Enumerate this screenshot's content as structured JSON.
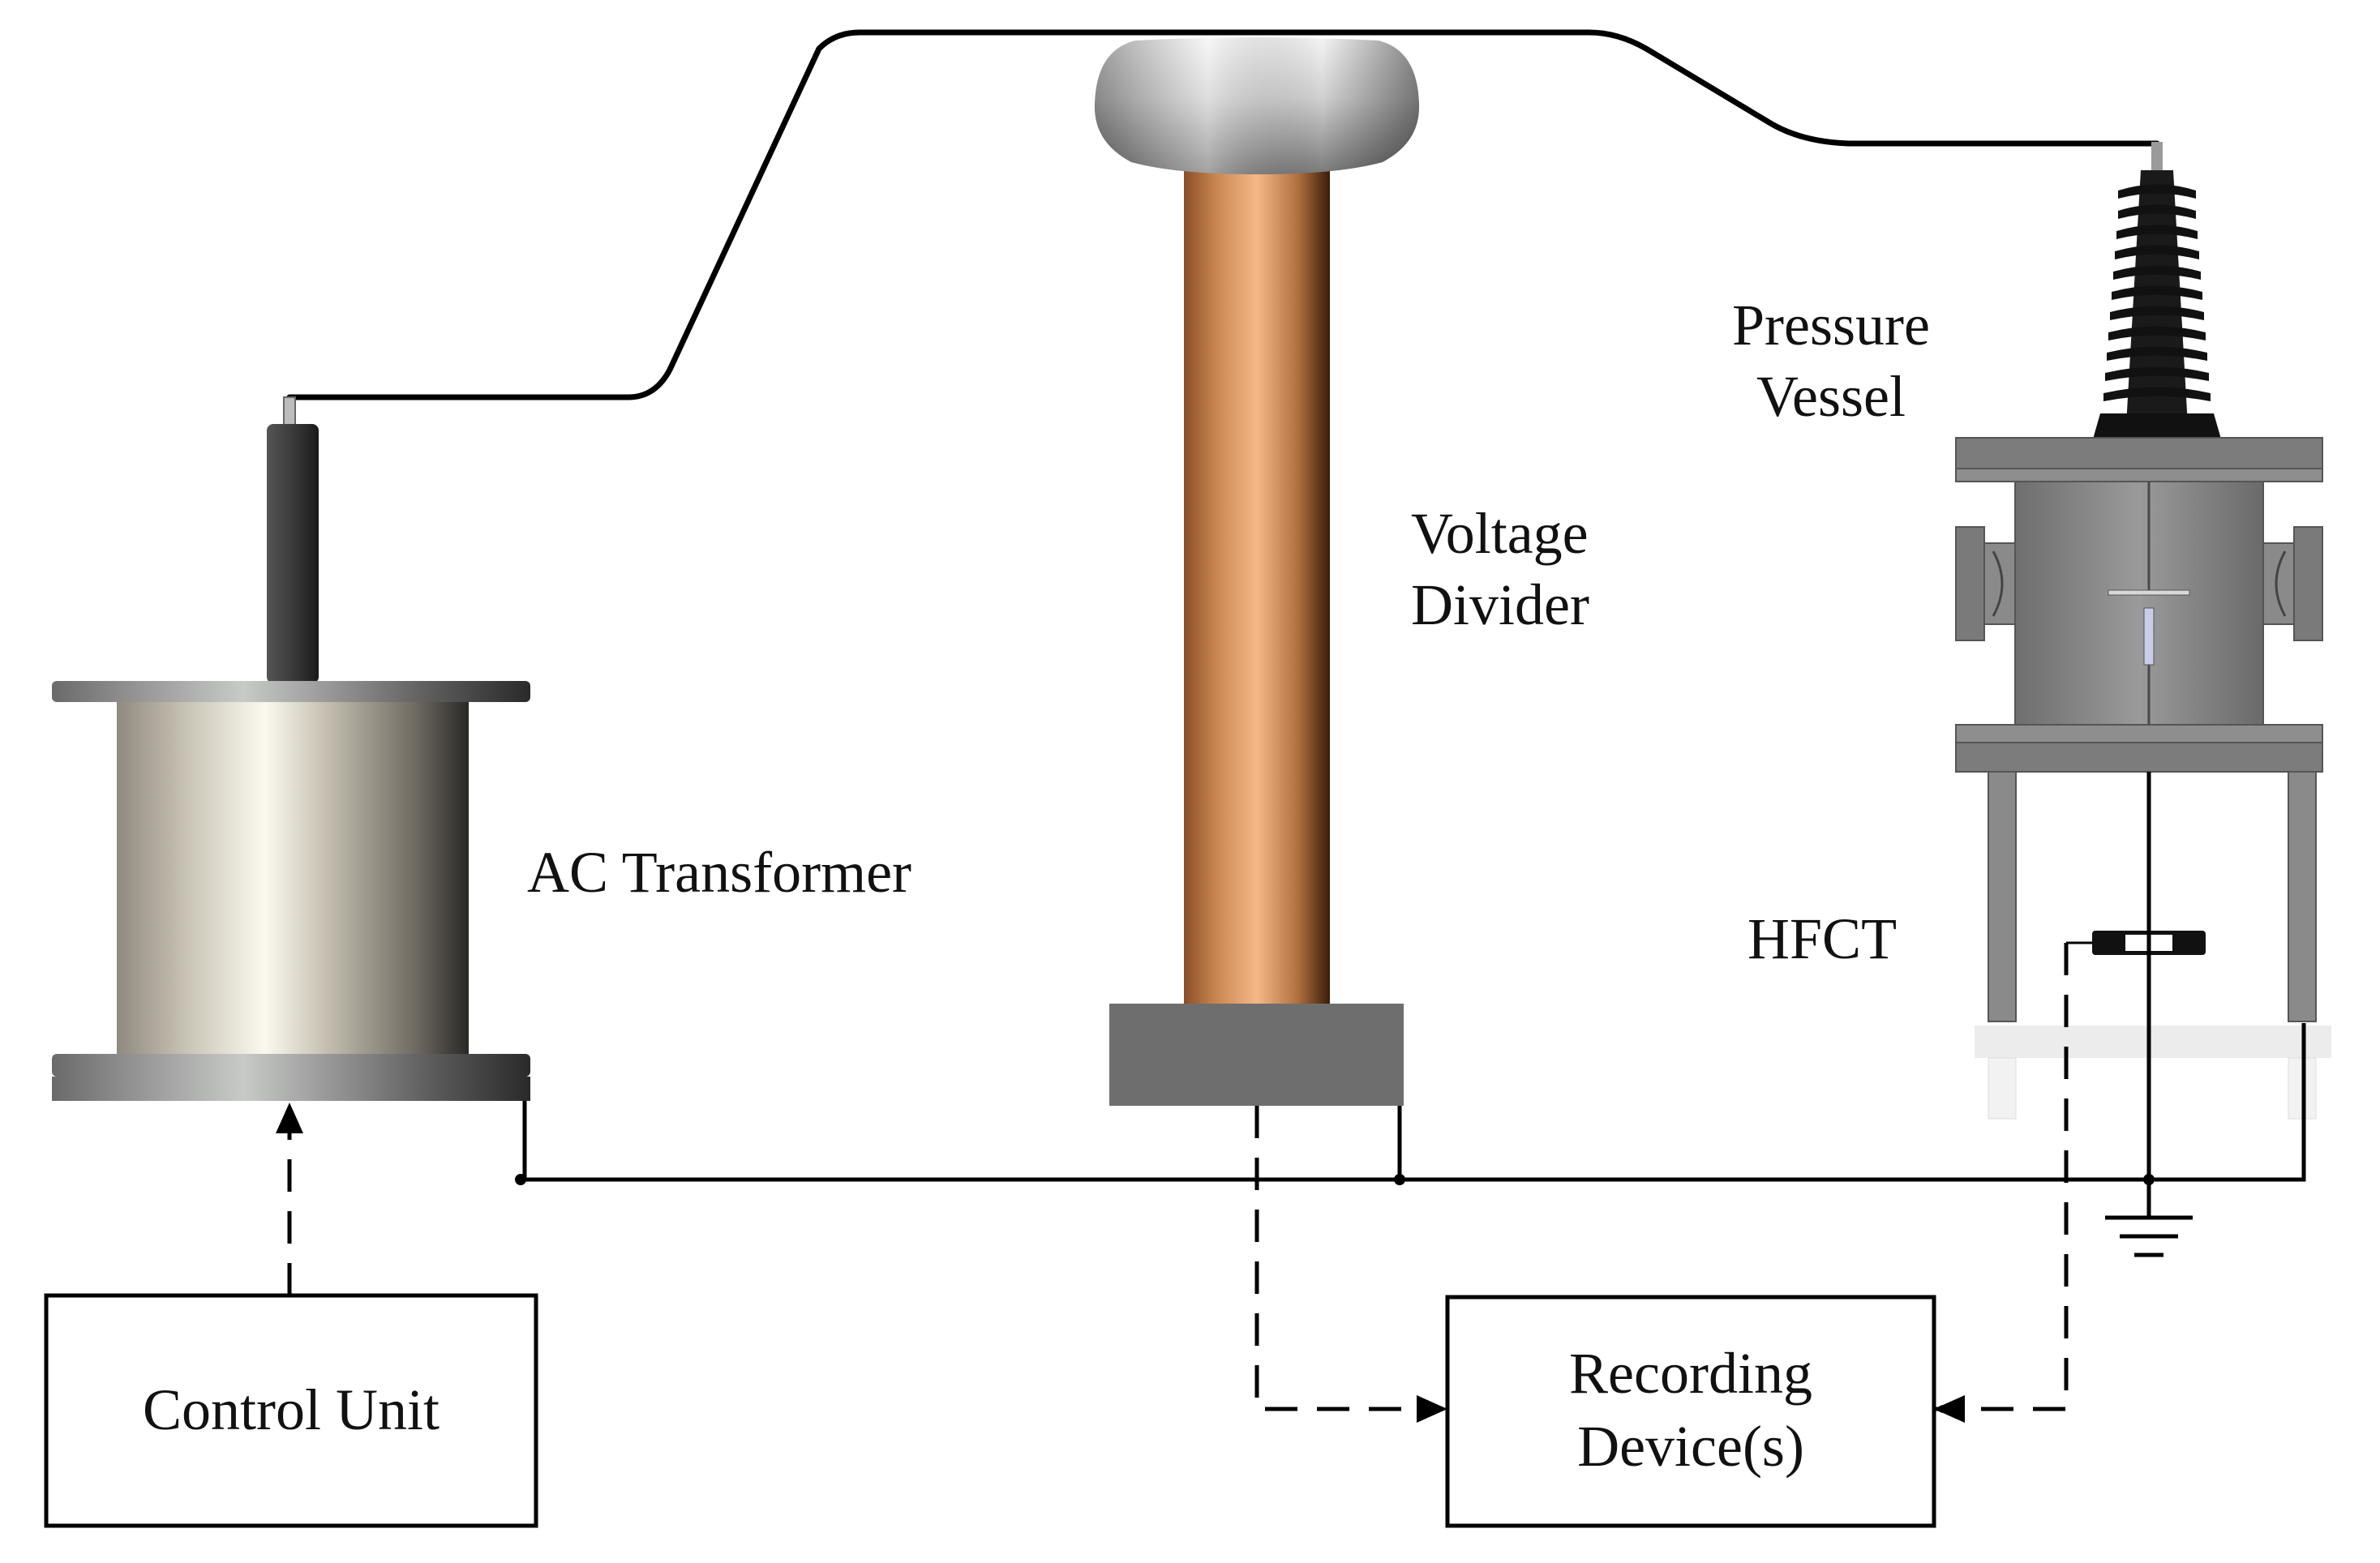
{
  "labels": {
    "ac_transformer": "AC Transformer",
    "voltage_divider_line1": "Voltage",
    "voltage_divider_line2": "Divider",
    "pressure_vessel_line1": "Pressure",
    "pressure_vessel_line2": "Vessel",
    "hfct": "HFCT",
    "control_unit": "Control Unit",
    "recording_line1": "Recording",
    "recording_line2": "Device(s)"
  },
  "colors": {
    "wire": "#000000",
    "divider_copper": "#e0a070",
    "divider_base": "#6e6e6e",
    "vessel_body": "#8a8a8a",
    "bushing": "#1a1a1a",
    "transformer_body": "#d8d4c8"
  },
  "icons": {
    "ground": "ground-symbol-icon"
  }
}
